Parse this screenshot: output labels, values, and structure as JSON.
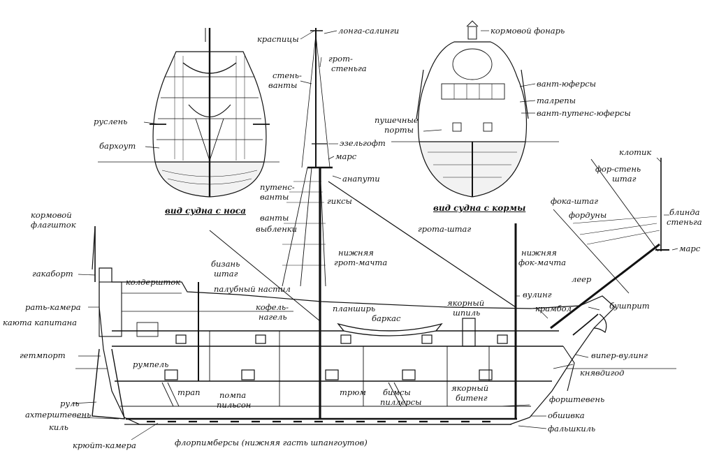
{
  "views": {
    "bow_caption": "вид судна с носа",
    "stern_caption": "вид судна с кормы"
  },
  "labels": {
    "ruslen": "руслень",
    "barkhout": "бархоут",
    "kraspitsy": "краспицы",
    "longa_salingi": "лонга-салинги",
    "grot_stenga_1": "грот-",
    "grot_stenga_2": "стеньга",
    "sten_vanty_1": "стень-",
    "sten_vanty_2": "ванты",
    "ezelgoft": "эзельгофт",
    "mars_main": "марс",
    "anaputi": "анапути",
    "puttens_vanty_1": "путенс-",
    "puttens_vanty_2": "ванты",
    "giksy": "гиксы",
    "vanty": "ванты",
    "vyblenki": "выбленки",
    "kormovoy_fonar": "кормовой фонарь",
    "vant_yufersy": "вант-юферсы",
    "talrepy": "талрепы",
    "vant_puttens_yufersy": "вант-путенс-юферсы",
    "pushechnye_porty_1": "пушечные",
    "pushechnye_porty_2": "порты",
    "klotik": "клотик",
    "for_sten_shtag_1": "фор-стень",
    "for_sten_shtag_2": "штаг",
    "foka_shtag": "фока-штаг",
    "forduny": "фордуны",
    "blinda_stenga_1": "блинда",
    "blinda_stenga_2": "стеньга",
    "mars_fore": "марс",
    "kormovoy_flagshtok_1": "кормовой",
    "kormovoy_flagshtok_2": "флагшток",
    "grota_shtag": "грота-штаг",
    "nizhnyaya_grot_machta_1": "нижняя",
    "nizhnyaya_grot_machta_2": "грот-мачта",
    "nizhnyaya_fok_machta_1": "нижняя",
    "nizhnyaya_fok_machta_2": "фок-мачта",
    "bizan_shtag_1": "бизань",
    "bizan_shtag_2": "штаг",
    "kolderstok": "колдершток",
    "palubny_nastil": "палубный настил",
    "gakabort": "гакаборт",
    "krujt_kamera_top": "рать-камера",
    "kayuta_kapitana": "каюта капитана",
    "getmport": "гетмпорт",
    "rumpel": "румпель",
    "kofel_nagel_1": "кофель-",
    "kofel_nagel_2": "нагель",
    "planshir": "планширь",
    "barkas": "баркас",
    "yakorny_shpil_1": "якорный",
    "yakorny_shpil_2": "шпиль",
    "vuling": "вулинг",
    "kranbol": "крамбол",
    "leer": "леер",
    "bushprit": "бушприт",
    "viper_vuling": "випер-вулинг",
    "knyavdigod": "княвдигод",
    "trap": "трап",
    "pompa_1": "помпа",
    "pompa_2": "пильсон",
    "tryum": "трюм",
    "bimsy_1": "бимсы",
    "bimsy_2": "пиллерсы",
    "yakorny_biteng_1": "якорный",
    "yakorny_biteng_2": "битенг",
    "forshteven": "форштевень",
    "obshivka": "обшивка",
    "falshkil": "фальшкиль",
    "rul": "руль",
    "akhtershteven": "ахтерштевень",
    "kil": "киль",
    "krujt_kamera": "крюйт-камера",
    "florpimbersy": "флорпимберсы (нижняя гасть шпангоутов)"
  }
}
